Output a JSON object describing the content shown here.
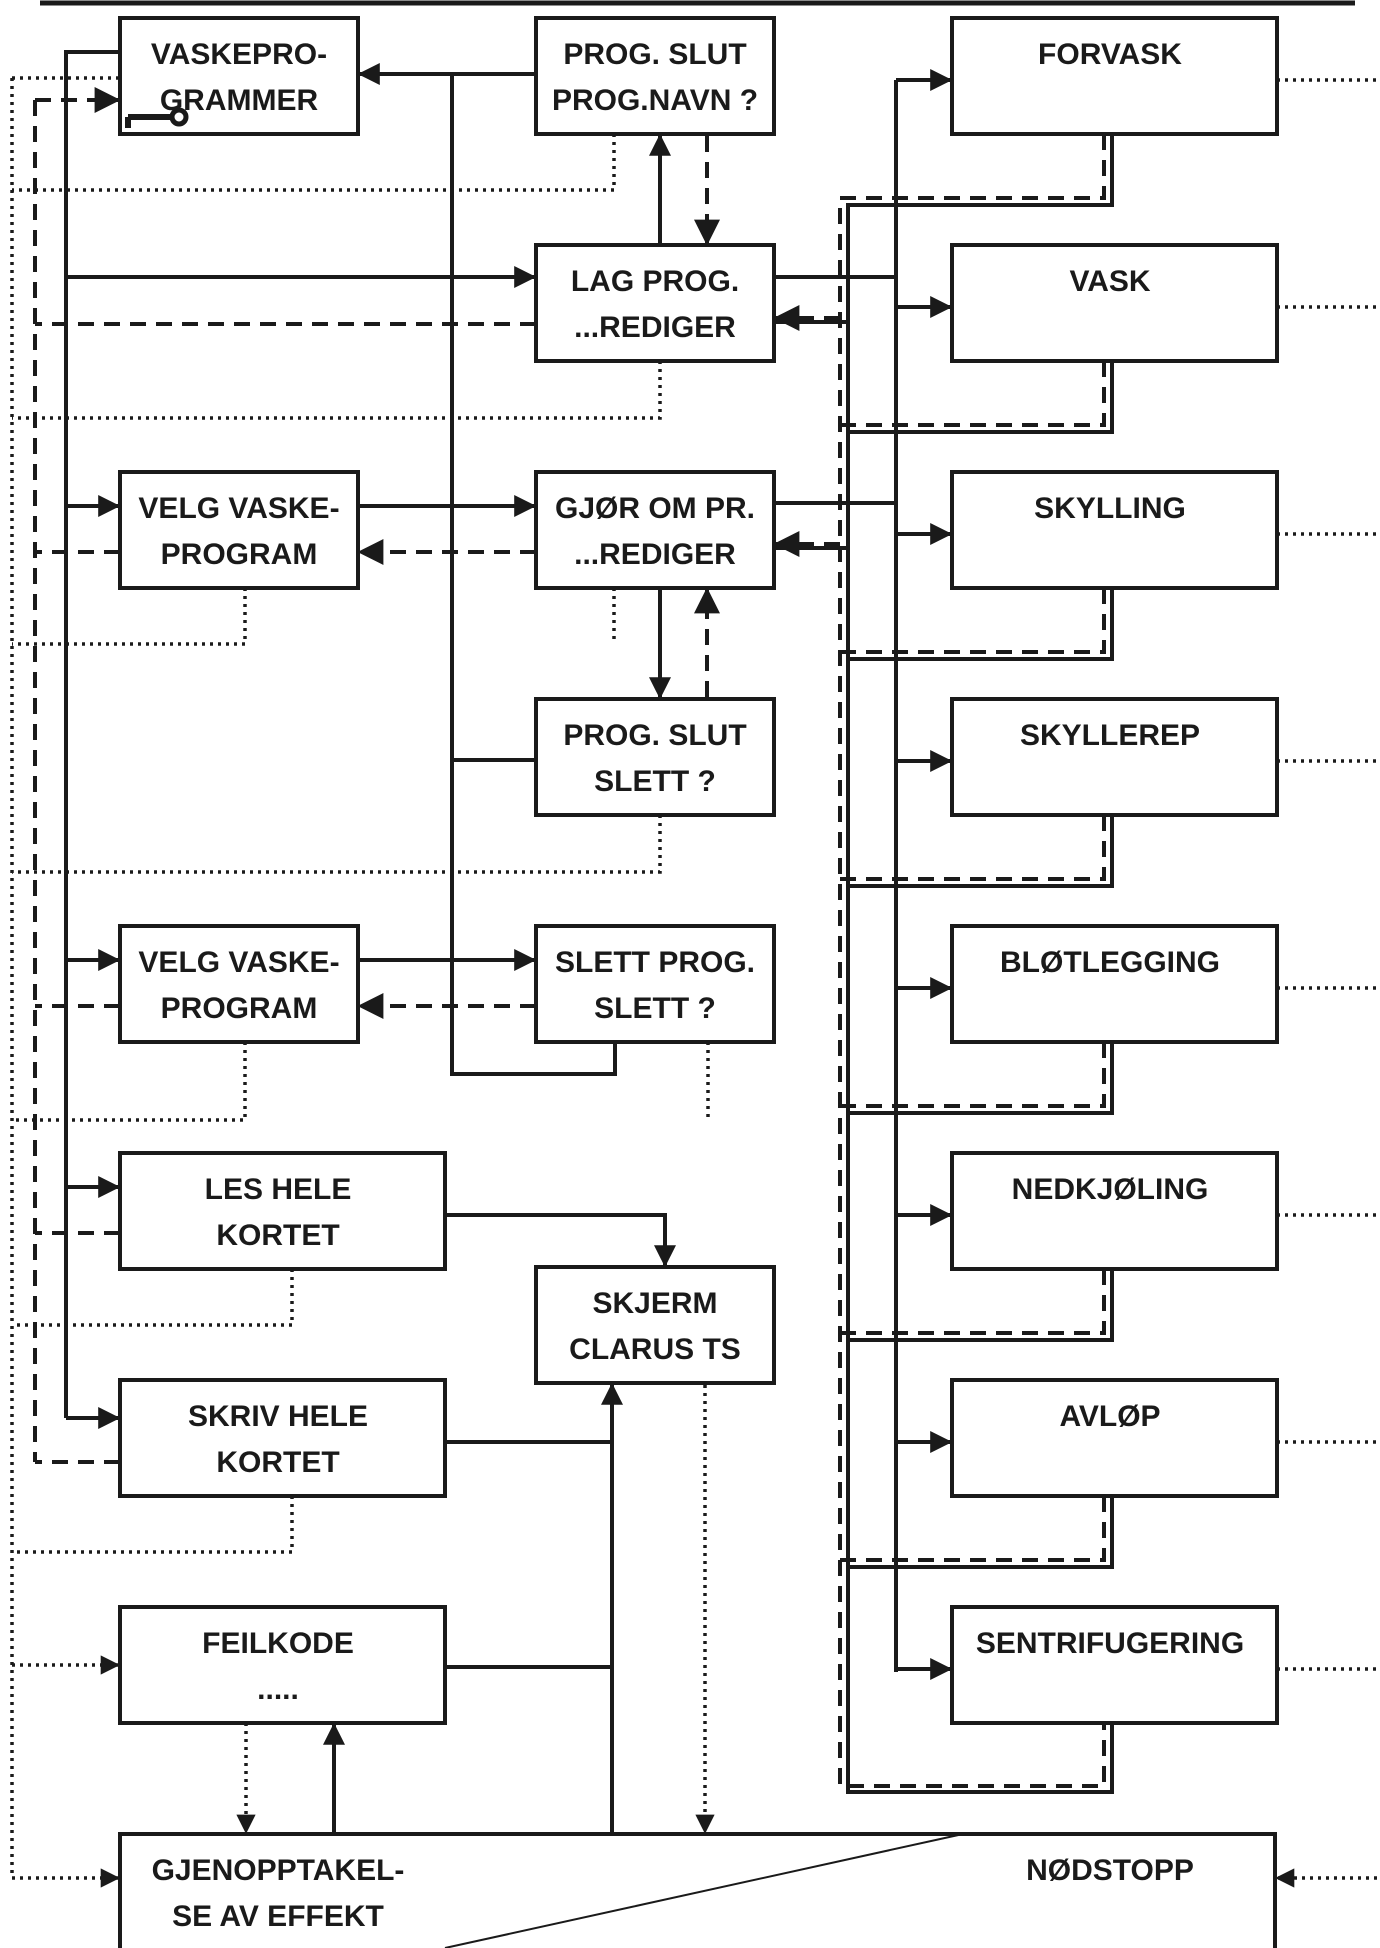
{
  "diagram": {
    "boxes": {
      "vaskeprogrammer": [
        "VASKEPRO-",
        "GRAMMER"
      ],
      "prog_slut_navn": [
        "PROG. SLUT",
        "PROG.NAVN ?"
      ],
      "lag_prog": [
        "LAG PROG.",
        "...REDIGER"
      ],
      "velg_1": [
        "VELG VASKE-",
        "PROGRAM"
      ],
      "gjor_om": [
        "GJØR OM PR.",
        "...REDIGER"
      ],
      "prog_slut_slett": [
        "PROG. SLUT",
        "SLETT ?"
      ],
      "velg_2": [
        "VELG VASKE-",
        "PROGRAM"
      ],
      "slett_prog": [
        "SLETT PROG.",
        "SLETT ?"
      ],
      "les_hele": [
        "LES HELE",
        "KORTET"
      ],
      "skjerm": [
        "SKJERM",
        "CLARUS TS"
      ],
      "skriv_hele": [
        "SKRIV HELE",
        "KORTET"
      ],
      "feilkode": [
        "FEILKODE",
        "....."
      ],
      "gjenopptakelse": [
        "GJENOPPTAKEL-",
        "SE AV EFFEKT"
      ],
      "nodstopp": [
        "NØDSTOPP"
      ],
      "forvask": [
        "FORVASK"
      ],
      "vask": [
        "VASK"
      ],
      "skylling": [
        "SKYLLING"
      ],
      "skyllerep": [
        "SKYLLEREP"
      ],
      "blotlegging": [
        "BLØTLEGGING"
      ],
      "nedkjoling": [
        "NEDKJØLING"
      ],
      "avlop": [
        "AVLØP"
      ],
      "sentrifugering": [
        "SENTRIFUGERING"
      ]
    },
    "icons": {
      "key": "key-icon"
    }
  }
}
